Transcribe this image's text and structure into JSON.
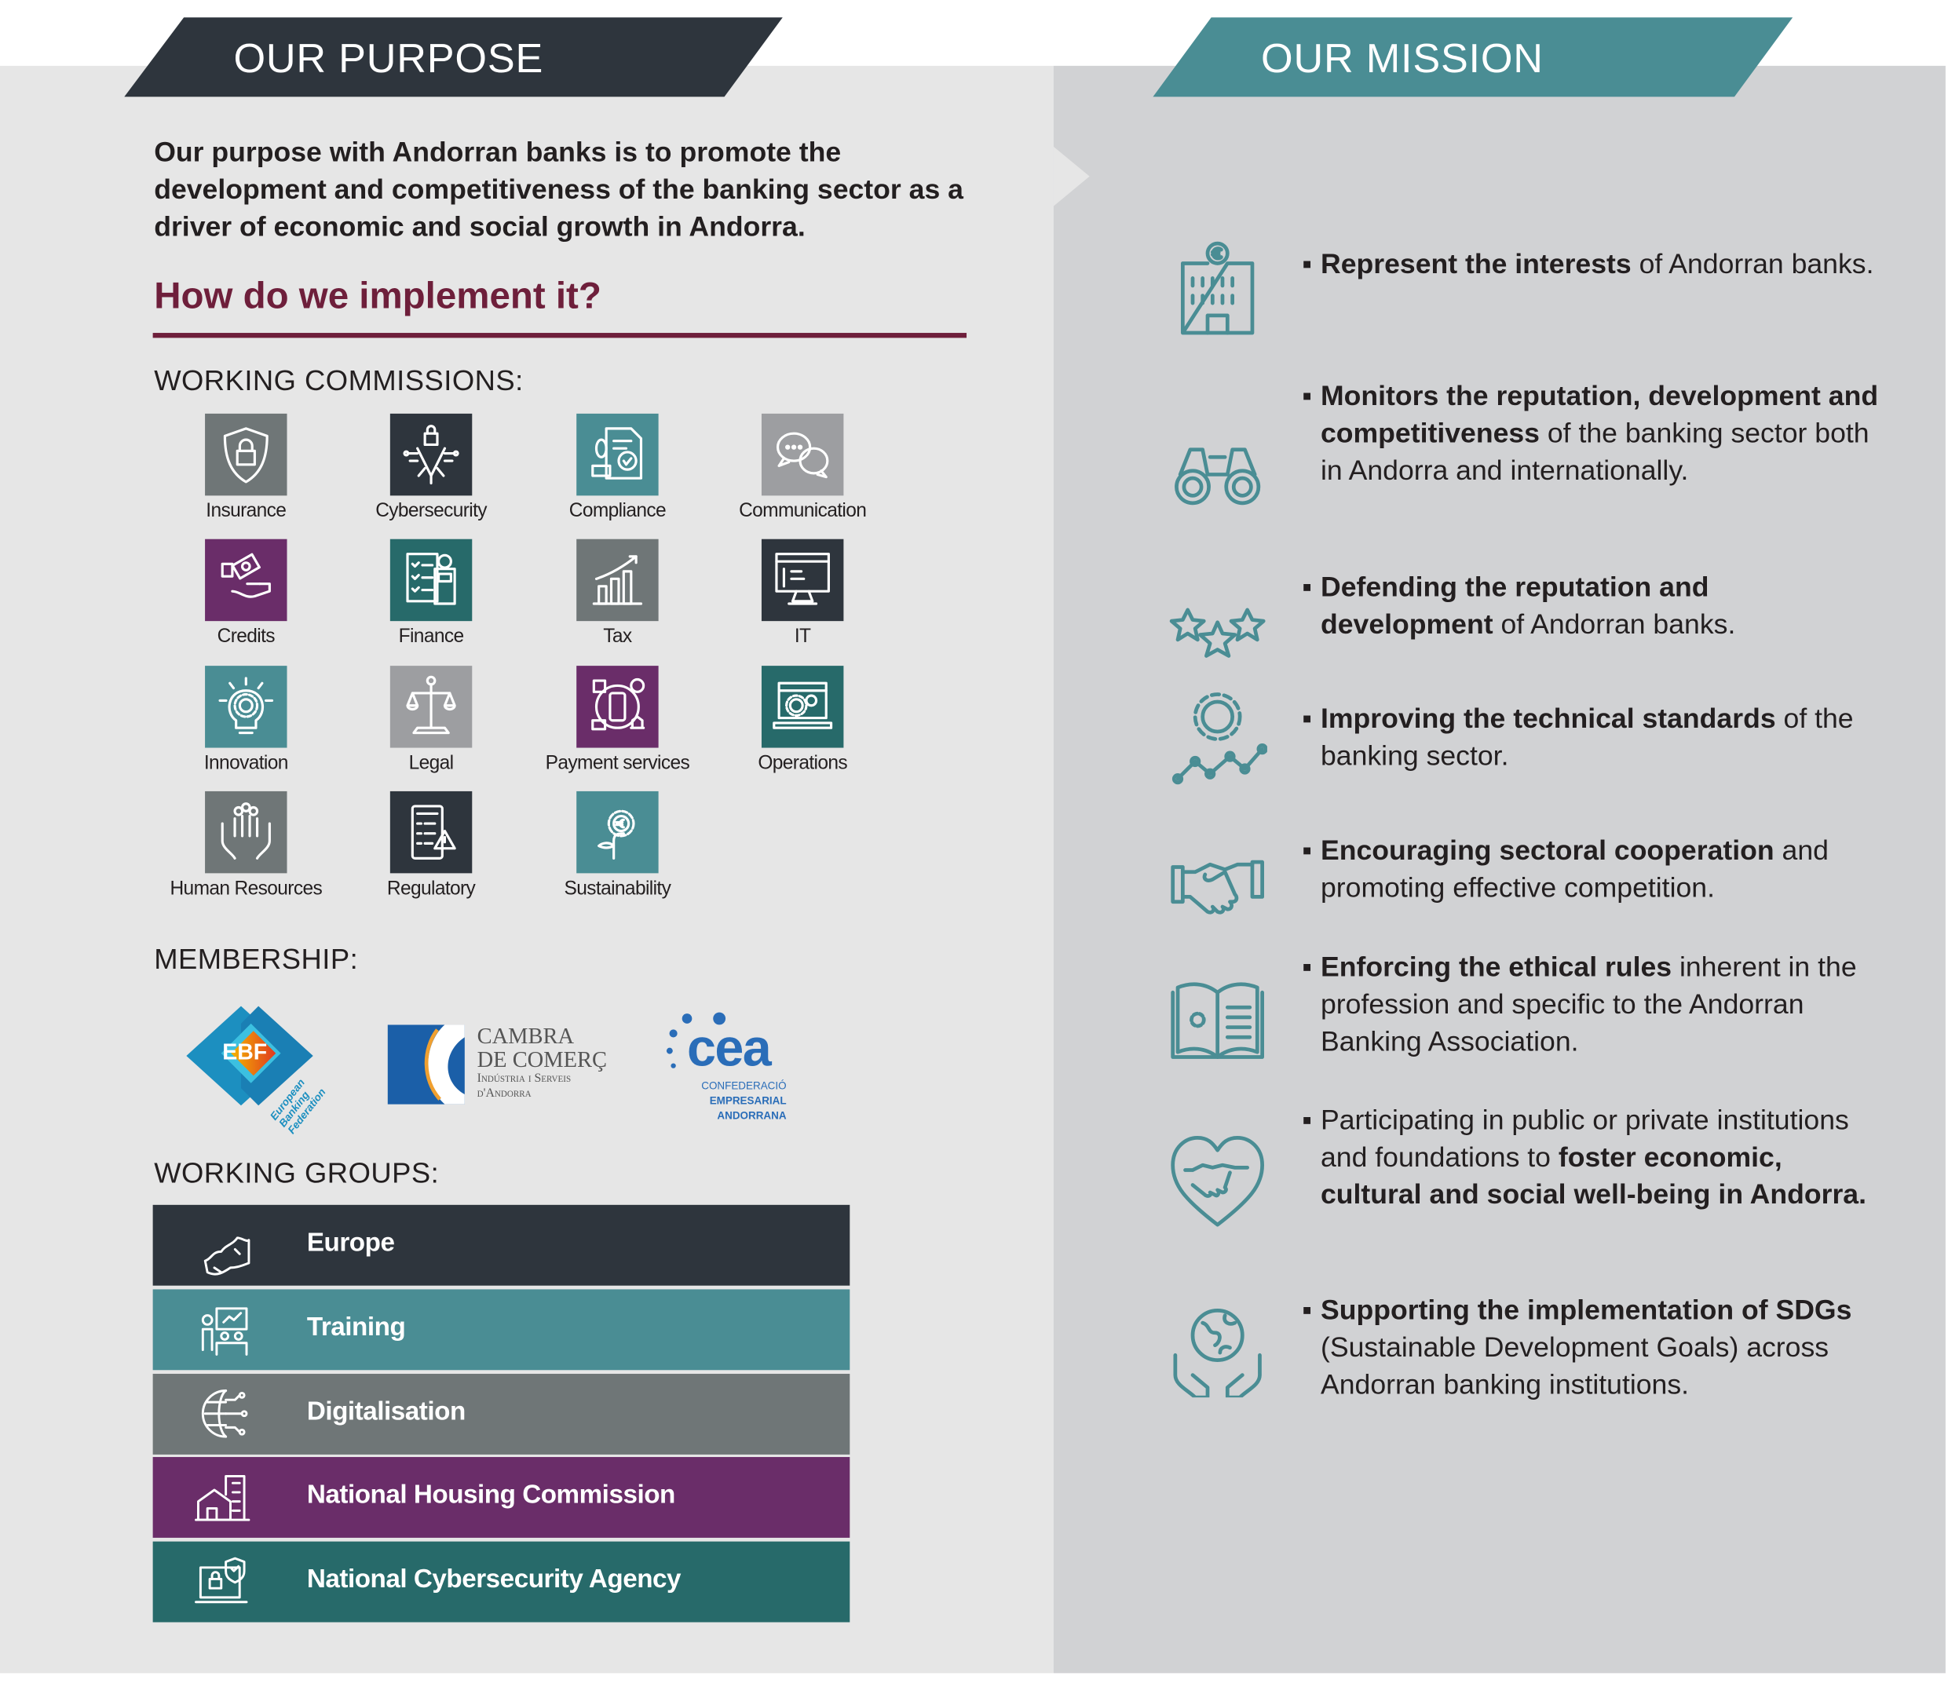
{
  "purpose": {
    "title": "OUR PURPOSE",
    "statement": "Our purpose with Andorran banks is to promote the development and competitiveness of the banking sector as a driver of economic and social growth in Andorra.",
    "implement_heading": "How do we implement it?",
    "commissions_heading": "WORKING COMMISSIONS:",
    "commissions": [
      {
        "label": "Insurance",
        "icon": "shield-lock-icon",
        "color": "#6f7677"
      },
      {
        "label": "Cybersecurity",
        "icon": "lock-circuit-icon",
        "color": "#2e353d"
      },
      {
        "label": "Compliance",
        "icon": "stamp-document-icon",
        "color": "#4a8d94"
      },
      {
        "label": "Communication",
        "icon": "chat-bubbles-icon",
        "color": "#9d9ea1"
      },
      {
        "label": "Credits",
        "icon": "hand-money-icon",
        "color": "#6a2d69"
      },
      {
        "label": "Finance",
        "icon": "checklist-calculator-icon",
        "color": "#276a6a"
      },
      {
        "label": "Tax",
        "icon": "bar-chart-growth-icon",
        "color": "#6f7677"
      },
      {
        "label": "IT",
        "icon": "computer-binary-icon",
        "color": "#2e353d"
      },
      {
        "label": "Innovation",
        "icon": "lightbulb-gear-icon",
        "color": "#4a8d94"
      },
      {
        "label": "Legal",
        "icon": "scales-icon",
        "color": "#9d9ea1"
      },
      {
        "label": "Payment services",
        "icon": "mobile-payment-icon",
        "color": "#6a2d69"
      },
      {
        "label": "Operations",
        "icon": "laptop-gears-icon",
        "color": "#276a6a"
      },
      {
        "label": "Human Resources",
        "icon": "hands-people-icon",
        "color": "#6f7677"
      },
      {
        "label": "Regulatory",
        "icon": "clipboard-warning-icon",
        "color": "#2e353d"
      },
      {
        "label": "Sustainability",
        "icon": "plant-euro-gear-icon",
        "color": "#4a8d94"
      }
    ],
    "membership_heading": "MEMBERSHIP:",
    "memberships": {
      "ebf": {
        "abbr": "EBF",
        "name_lines": [
          "European",
          "Banking",
          "Federation"
        ]
      },
      "cambra": {
        "line1": "CAMBRA",
        "line2": "DE COMERÇ",
        "line3": "Indústria i Serveis",
        "line4": "d'Andorra"
      },
      "cea": {
        "abbr": "cea",
        "line1": "CONFEDERACIÓ",
        "line2": "EMPRESARIAL",
        "line3": "ANDORRANA"
      }
    },
    "groups_heading": "WORKING GROUPS:",
    "groups": [
      {
        "label": "Europe",
        "icon": "europe-map-icon",
        "color": "#2e353d"
      },
      {
        "label": "Training",
        "icon": "training-presentation-icon",
        "color": "#4a8d94"
      },
      {
        "label": "Digitalisation",
        "icon": "digital-globe-icon",
        "color": "#6f7677"
      },
      {
        "label": "National Housing Commission",
        "icon": "house-building-icon",
        "color": "#6a2d69"
      },
      {
        "label": "National Cybersecurity Agency",
        "icon": "secure-laptop-icon",
        "color": "#276a6a"
      }
    ]
  },
  "mission": {
    "title": "OUR MISSION",
    "bullet": "▪",
    "items": [
      {
        "icon": "bank-building-euro-icon",
        "parts": [
          {
            "text": "Represent the interests",
            "bold": true
          },
          {
            "text": " of Andorran banks.",
            "bold": false
          }
        ]
      },
      {
        "icon": "binoculars-icon",
        "parts": [
          {
            "text": "Monitors the reputation, development and competitiveness",
            "bold": true
          },
          {
            "text": " of the banking sector both in Andorra and internationally.",
            "bold": false
          }
        ]
      },
      {
        "icon": "stars-icon",
        "parts": [
          {
            "text": "Defending the reputation and development",
            "bold": true
          },
          {
            "text": " of Andorran banks.",
            "bold": false
          }
        ]
      },
      {
        "icon": "gear-graph-icon",
        "parts": [
          {
            "text": "Improving the technical standards",
            "bold": true
          },
          {
            "text": " of the banking sector.",
            "bold": false
          }
        ]
      },
      {
        "icon": "handshake-icon",
        "parts": [
          {
            "text": "Encouraging sectoral cooperation",
            "bold": true
          },
          {
            "text": " and promoting effective competition.",
            "bold": false
          }
        ]
      },
      {
        "icon": "open-book-icon",
        "parts": [
          {
            "text": "Enforcing the ethical rules",
            "bold": true
          },
          {
            "text": " inherent in the profession and specific to the Andorran Banking Association.",
            "bold": false
          }
        ]
      },
      {
        "icon": "heart-handshake-icon",
        "parts": [
          {
            "text": "Participating in public or private institutions and foundations to ",
            "bold": false
          },
          {
            "text": "foster economic, cultural and social well-being in Andorra.",
            "bold": true
          }
        ]
      },
      {
        "icon": "globe-hands-icon",
        "parts": [
          {
            "text": "Supporting the implementation of SDGs",
            "bold": true
          },
          {
            "text": " (Sustainable Development Goals) across Andorran banking institutions.",
            "bold": false
          }
        ]
      }
    ]
  },
  "colors": {
    "dark": "#2e353d",
    "teal": "#4a8d94",
    "maroon": "#6e1f3b",
    "left_bg": "#e6e6e6",
    "right_bg": "#d1d2d4"
  }
}
